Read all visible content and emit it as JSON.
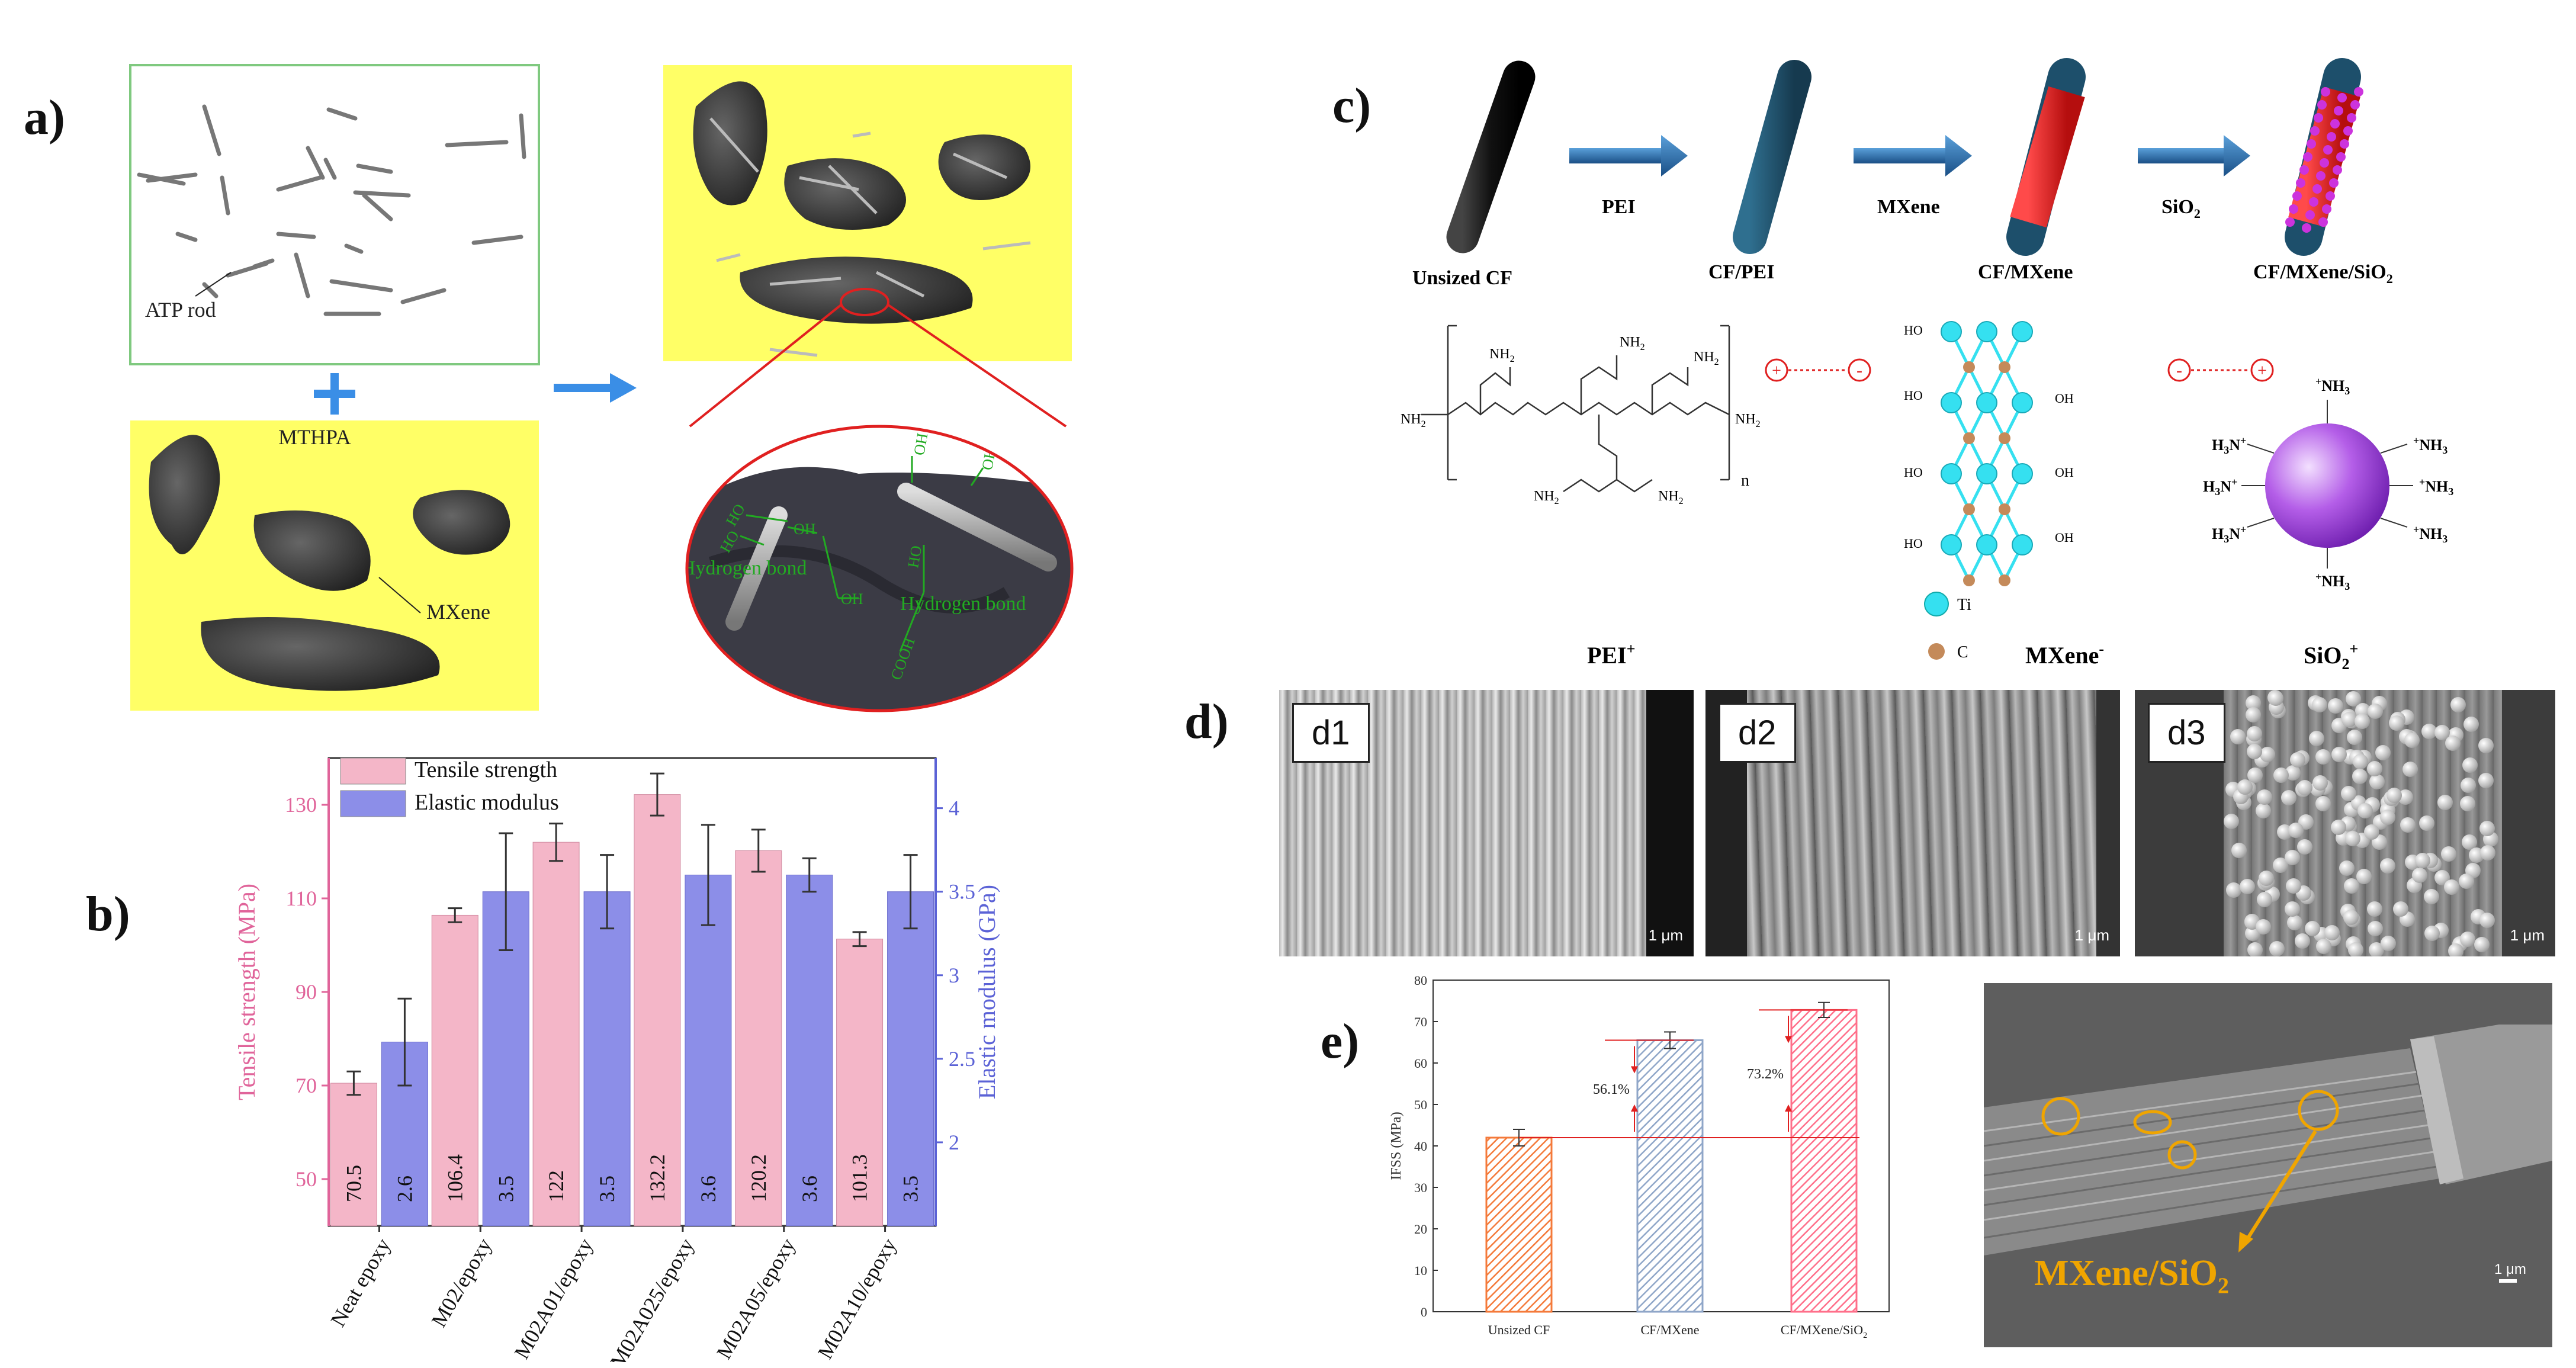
{
  "panel_letters": {
    "a": "a)",
    "b": "b)",
    "c": "c)",
    "d": "d)",
    "e": "e)"
  },
  "panel_a": {
    "atp_label": "ATP rod",
    "mthpa_label": "MTHPA",
    "mxene_label": "MXene",
    "hbond_left": "Hydrogen bond",
    "hbond_right": "Hydrogen bond",
    "group_oh": "OH",
    "group_ho": "HO",
    "group_cooh": "COOH",
    "colors": {
      "yellow": "#ffff66",
      "frame": "#7fc97f",
      "arrow": "#3a8ee6",
      "highlight": "#e02020",
      "bond": "#22aa22"
    }
  },
  "panel_c": {
    "fibers": [
      "Unsized CF",
      "CF/PEI",
      "CF/MXene",
      "CF/MXene/SiO"
    ],
    "sio2_sub": "2",
    "steps": [
      "PEI",
      "MXene",
      "SiO"
    ],
    "polymer_n": "n",
    "legend": [
      "Ti",
      "C"
    ],
    "labels": [
      "PEI",
      "MXene",
      "SiO"
    ],
    "charges": [
      "+",
      "-",
      "+"
    ],
    "nh3": "NH",
    "nh3_sub": "3",
    "ho": "HO",
    "oh": "OH",
    "nh2": "NH",
    "nh2_sub": "2",
    "colors": {
      "arrow": "#1f5f9e",
      "cf": "#111111",
      "pei": "#1d4f6b",
      "mxene": "#e02020",
      "sio2": "#cc33dd"
    }
  },
  "panel_d": {
    "labels": [
      "d1",
      "d2",
      "d3"
    ],
    "scale": "1 μm"
  },
  "panel_e": {
    "scale": "1 μm",
    "annotation": "MXene/SiO",
    "annotation_sub": "2",
    "annotation_color": "#f0a500"
  },
  "chart_b": {
    "type": "bar",
    "categories": [
      "Neat epoxy",
      "M02/epoxy",
      "M02A01/epoxy",
      "M02A025/epoxy",
      "M02A05/epoxy",
      "M02A10/epoxy"
    ],
    "series": [
      {
        "name": "Tensile strength",
        "values": [
          70.5,
          106.4,
          122,
          132.2,
          120.2,
          101.3
        ],
        "errors": [
          2.5,
          1.5,
          4,
          4.5,
          4.5,
          1.5
        ],
        "color": "#f4b6c8",
        "axis": "left"
      },
      {
        "name": "Elastic modulus",
        "values": [
          2.6,
          3.5,
          3.5,
          3.6,
          3.6,
          3.5
        ],
        "errors": [
          0.26,
          0.35,
          0.22,
          0.3,
          0.1,
          0.22
        ],
        "color": "#8c8ee8",
        "axis": "right"
      }
    ],
    "bar_labels_left": [
      "70.5",
      "106.4",
      "122",
      "132.2",
      "120.2",
      "101.3"
    ],
    "bar_labels_right": [
      "2.6",
      "3.5",
      "3.5",
      "3.6",
      "3.6",
      "3.5"
    ],
    "ylabel_left": "Tensile strength (MPa)",
    "ylabel_right": "Elastic modulus (GPa)",
    "ylim_left": [
      40,
      140
    ],
    "ylim_right": [
      1.5,
      4.3
    ],
    "yticks_left": [
      "50",
      "70",
      "90",
      "110",
      "130"
    ],
    "yticks_right": [
      "2",
      "2.5",
      "3",
      "3.5",
      "4"
    ],
    "left_color": "#e0649a",
    "right_color": "#5b62d6",
    "legend_placement": "top-left"
  },
  "chart_e": {
    "type": "bar",
    "categories": [
      "Unsized CF",
      "CF/MXene",
      "CF/MXene/SiO"
    ],
    "category_sub": "2",
    "values": [
      42,
      65.5,
      72.8
    ],
    "errors": [
      2,
      2,
      1.8
    ],
    "ylabel": "IFSS (MPa)",
    "ylim": [
      0,
      80
    ],
    "yticks": [
      "0",
      "10",
      "20",
      "30",
      "40",
      "50",
      "60",
      "70",
      "80"
    ],
    "increments": [
      "56.1%",
      "73.2%"
    ],
    "colors": [
      "#f47a3a",
      "#8fa6c8",
      "#ff6f8a"
    ],
    "ref_color": "#e02020"
  }
}
